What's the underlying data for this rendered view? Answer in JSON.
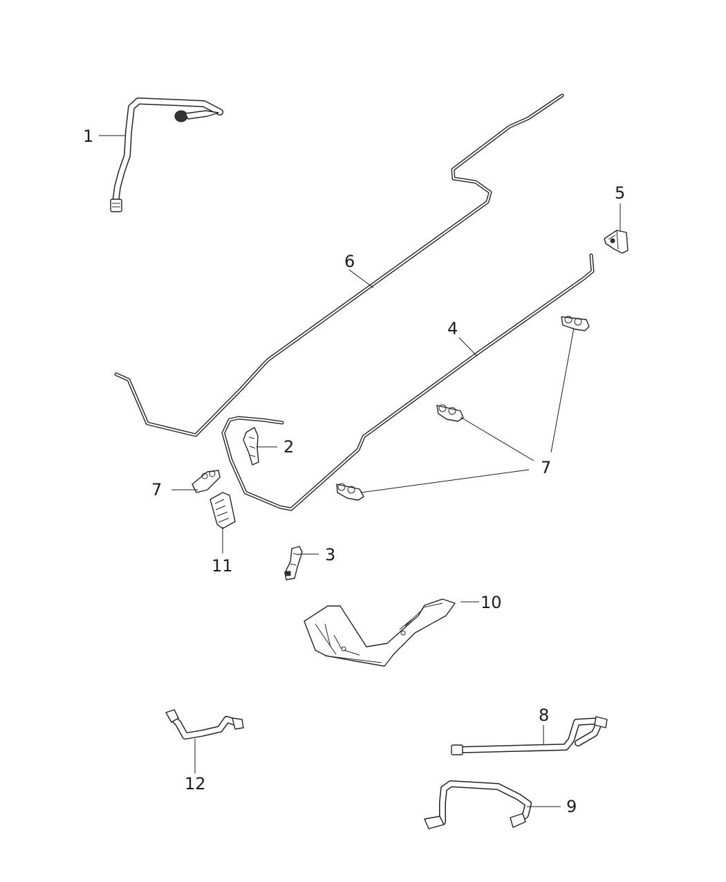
{
  "diagram": {
    "callouts": [
      {
        "id": "1",
        "label": "1"
      },
      {
        "id": "2",
        "label": "2"
      },
      {
        "id": "3",
        "label": "3"
      },
      {
        "id": "4",
        "label": "4"
      },
      {
        "id": "5",
        "label": "5"
      },
      {
        "id": "6",
        "label": "6"
      },
      {
        "id": "7a",
        "label": "7"
      },
      {
        "id": "7b",
        "label": "7"
      },
      {
        "id": "8",
        "label": "8"
      },
      {
        "id": "9",
        "label": "9"
      },
      {
        "id": "10",
        "label": "10"
      },
      {
        "id": "11",
        "label": "11"
      },
      {
        "id": "12",
        "label": "12"
      }
    ]
  },
  "colors": {
    "line": "#222222",
    "background": "#ffffff"
  }
}
